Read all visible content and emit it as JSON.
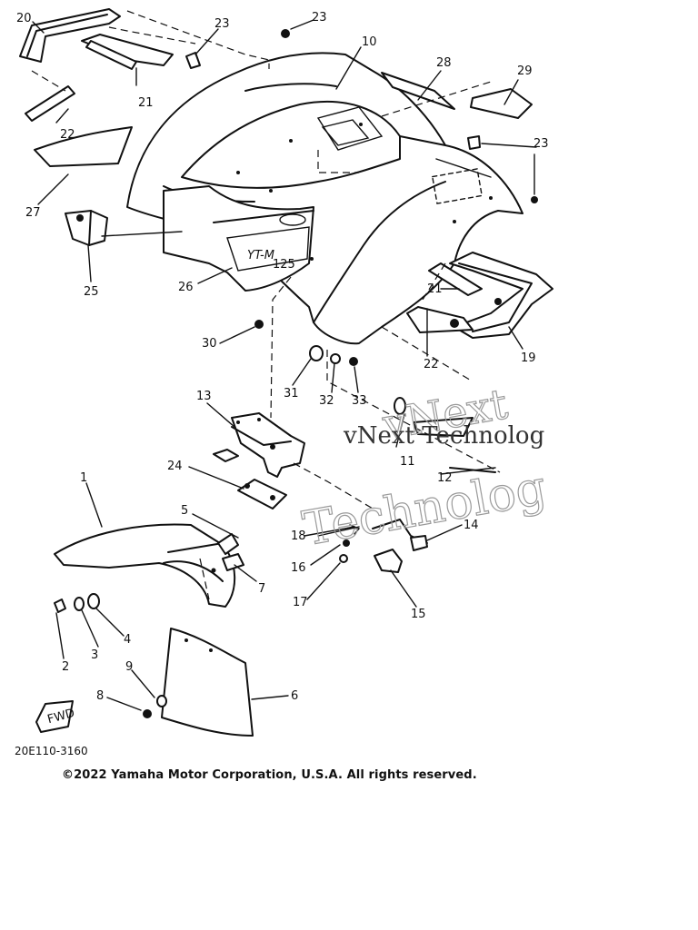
{
  "labels": [
    "1",
    "2",
    "3",
    "4",
    "5",
    "6",
    "7",
    "8",
    "9",
    "10",
    "11",
    "12",
    "13",
    "14",
    "15",
    "16",
    "17",
    "18",
    "19",
    "20",
    "21",
    "21",
    "22",
    "22",
    "23",
    "23",
    "23",
    "24",
    "25",
    "26",
    "27",
    "28",
    "29",
    "30",
    "31",
    "32",
    "33"
  ],
  "decal_text": {
    "model": "YT-M",
    "number": "125"
  },
  "fwd_text": "FWD",
  "part_code": "20E110-3160",
  "copyright": "©2022 Yamaha Motor Corporation, U.S.A. All rights reserved.",
  "watermark": {
    "line1": "vNext",
    "line2": "vNext Technolog",
    "line3": "Technolog"
  }
}
